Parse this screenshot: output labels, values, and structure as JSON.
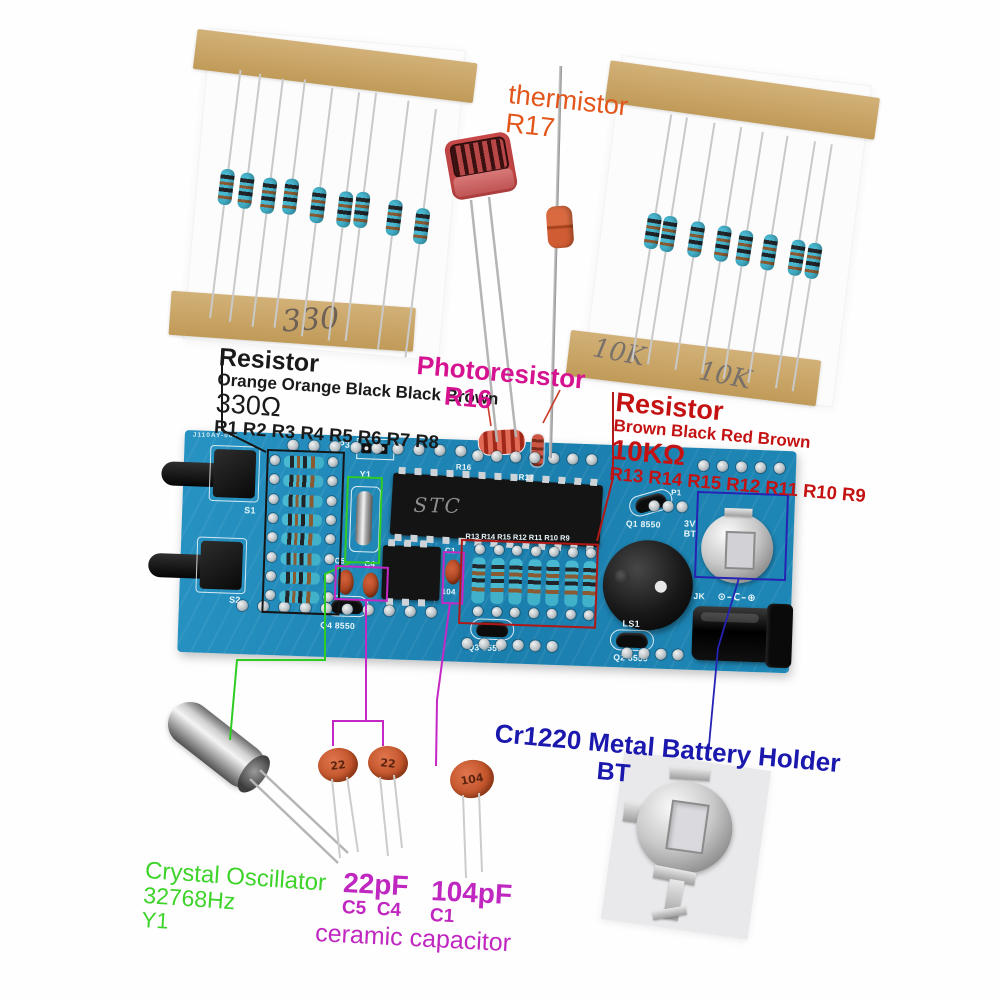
{
  "annotations": {
    "thermistor": {
      "name": "thermistor",
      "ref": "R17",
      "color": "#e2561b"
    },
    "resistor_330": {
      "title": "Resistor",
      "bands": "Orange Orange Black Black Brown",
      "value": "330Ω",
      "refs": "R1 R2 R3 R4 R5 R6 R7 R8",
      "color": "#1a1a1a"
    },
    "photoresistor": {
      "name": "Photoresistor",
      "ref": "R16",
      "color": "#d5128f"
    },
    "resistor_10k": {
      "title": "Resistor",
      "bands": "Brown Black Red Brown",
      "value": "10KΩ",
      "refs": "R13 R14 R15 R12 R11 R10 R9",
      "color": "#c41212"
    },
    "crystal": {
      "name": "Crystal Oscillator",
      "freq": "32768Hz",
      "ref": "Y1",
      "color": "#3ed32a"
    },
    "cap_22": {
      "value": "22pF",
      "refs": "C5  C4",
      "type": "ceramic capacitor",
      "color": "#c026c0"
    },
    "cap_104": {
      "value": "104pF",
      "ref": "C1",
      "color": "#c026c0"
    },
    "battery": {
      "name": "Cr1220 Metal Battery Holder",
      "ref": "BT",
      "color": "#1b18ad"
    }
  },
  "handwriting": {
    "left_card": "330",
    "right_card_a": "10K",
    "right_card_b": "10K"
  },
  "cards": {
    "left_resistor_count": 9,
    "right_resistor_count": 8
  },
  "component_markings": {
    "cap22_a": "22",
    "cap22_b": "22",
    "cap104": "104"
  },
  "pcb": {
    "part_number": "J110AY-002",
    "chip_text": "STC",
    "left_resistor_count": 8,
    "row_resistor_count": 7,
    "silkscreen": {
      "s1": "S1",
      "s2": "S2",
      "p3": "P3",
      "y1": "Y1",
      "c5": "C5",
      "c4": "C4",
      "c1": "C1",
      "c1_marking": "104",
      "r16": "R16",
      "r17": "R17",
      "resistor_row": "R13 R14 R15 R12 R11 R10 R9",
      "q1": "Q1 8550",
      "q2": "Q2 8550",
      "q3": "Q3 8550",
      "q4": "Q4 8550",
      "ls1": "LS1",
      "p1": "P1",
      "jk": "JK",
      "battery": "3V\nBT",
      "polarity": "⊙–C–⊕"
    }
  },
  "lines": {
    "black": "#151515",
    "green": "#2ecc22",
    "magenta": "#c428c4",
    "dark_red": "#b01818",
    "blue": "#2522b4",
    "pointer": "#cc3a28",
    "lead_gray": "#b5b5b5",
    "cap_lead": "#cccccc"
  },
  "colors": {
    "pcb_blue": "#1e87b6",
    "tape_tan": "#c8a264",
    "resistor_body": "#49b9d2",
    "card_white": "#fcfcfc"
  }
}
